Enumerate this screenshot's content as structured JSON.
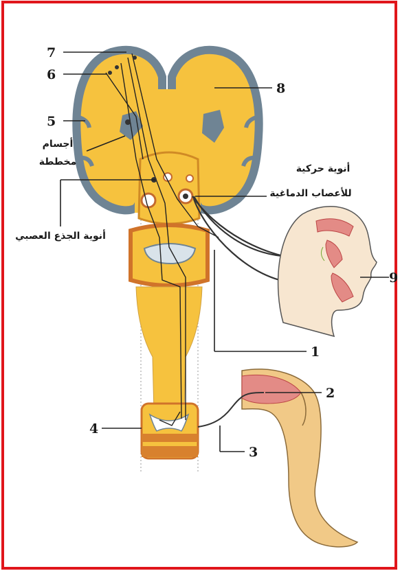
{
  "labels": {
    "n1": "1",
    "n2": "2",
    "n3": "3",
    "n4": "4",
    "n5": "5",
    "n6": "6",
    "n7": "7",
    "n8": "8",
    "n9": "9",
    "ajsam_line1": "أجسام",
    "ajsam_line2": "مخططة",
    "brainstem_nuclei": "أنوية الجذع العصبي",
    "motor_nuclei_line1": "أنوية حركية",
    "motor_nuclei_line2": "للأعصاب الدماغية"
  },
  "colors": {
    "frame": "#e0161b",
    "white_matter": "#f6c23e",
    "gray_matter": "#6f8494",
    "muscle": "#e38b86",
    "skin": "#f1c987"
  }
}
